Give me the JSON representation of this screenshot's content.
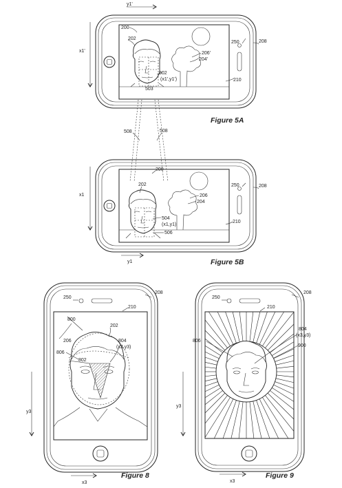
{
  "figures": {
    "fig5a": {
      "title": "Figure 5A",
      "labels": {
        "ref200": "200",
        "ref202": "202",
        "ref250": "250",
        "ref208": "208",
        "ref206p": "206'",
        "ref204p": "204'",
        "ref502": "502",
        "coord": "(x1',y1')",
        "ref503": "503",
        "ref210": "210",
        "axis_x": "x1'",
        "axis_y": "y1'"
      }
    },
    "fig5b": {
      "title": "Figure 5B",
      "labels": {
        "ref200": "200",
        "ref202": "202",
        "ref250": "250",
        "ref208": "208",
        "ref206": "206",
        "ref204": "204",
        "ref504": "504",
        "coord": "(x1,y1)",
        "ref506": "506",
        "ref210": "210",
        "axis_x": "x1",
        "axis_y": "y1"
      }
    },
    "between": {
      "ref508a": "508",
      "ref508b": "508"
    },
    "fig8": {
      "title": "Figure 8",
      "labels": {
        "ref250": "250",
        "ref210": "210",
        "ref208": "208",
        "ref800": "800",
        "ref202": "202",
        "ref206": "206",
        "ref804": "804",
        "coord": "(x3,y3)",
        "ref806": "806",
        "ref802": "802",
        "axis_y": "y3",
        "axis_x": "x3"
      }
    },
    "fig9": {
      "title": "Figure 9",
      "labels": {
        "ref250": "250",
        "ref210": "210",
        "ref208": "208",
        "ref804": "804",
        "coord": "(x3,y3)",
        "ref806": "806",
        "ref900": "900",
        "axis_y": "y3",
        "axis_x": "x3"
      }
    }
  },
  "colors": {
    "line": "#222222",
    "background": "#ffffff",
    "hatch": "#555555"
  }
}
